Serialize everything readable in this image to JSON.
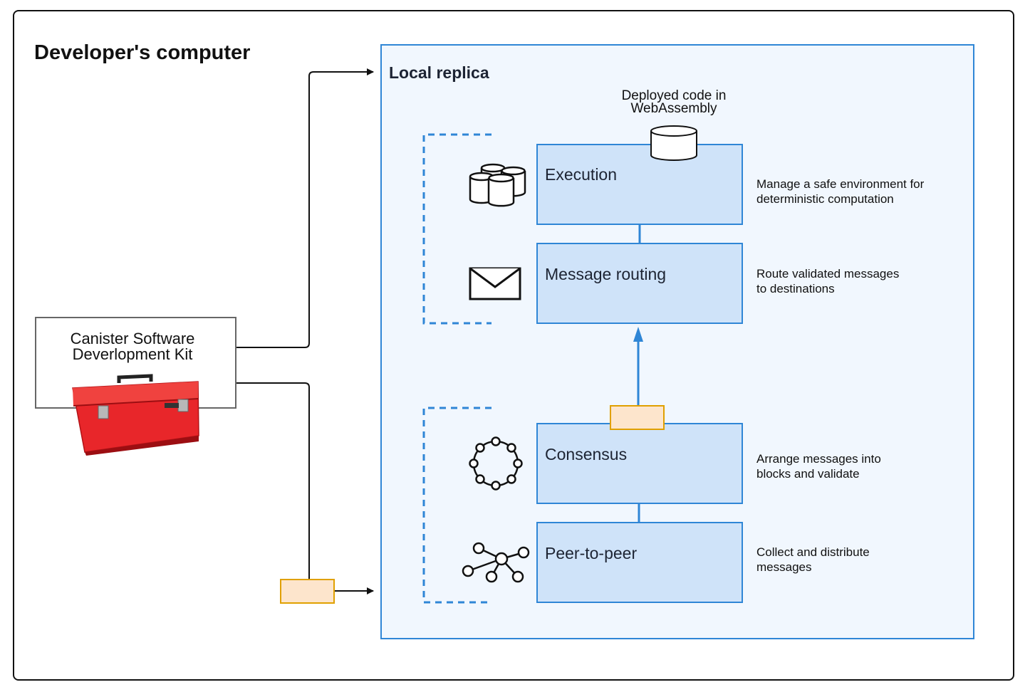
{
  "computer": {
    "title": "Developer's computer"
  },
  "sdk": {
    "label_line1": "Canister Software",
    "label_line2": "Deverlopment Kit",
    "image_icon": "red-toolbox"
  },
  "replica": {
    "title": "Local replica",
    "wasm_label_line1": "Deployed code in",
    "wasm_label_line2": "WebAssembly",
    "layers": [
      {
        "id": "execution",
        "label": "Execution",
        "icon": "database-stack-icon",
        "desc_line1": "Manage a safe environment for",
        "desc_line2": "deterministic computation"
      },
      {
        "id": "message-routing",
        "label": "Message routing",
        "icon": "envelope-icon",
        "desc_line1": "Route validated messages",
        "desc_line2": "to destinations"
      },
      {
        "id": "consensus",
        "label": "Consensus",
        "icon": "ring-network-icon",
        "desc_line1": "Arrange messages into",
        "desc_line2": "blocks and validate"
      },
      {
        "id": "peer-to-peer",
        "label": "Peer-to-peer",
        "icon": "network-graph-icon",
        "desc_line1": "Collect and distribute",
        "desc_line2": "messages"
      }
    ]
  },
  "colors": {
    "replica_border": "#2f86d6",
    "replica_fill": "#f1f7fe",
    "layer_fill": "#cfe3f9",
    "token_fill": "#fde5cc",
    "token_border": "#e0a000",
    "toolbox_red": "#e8262a"
  }
}
